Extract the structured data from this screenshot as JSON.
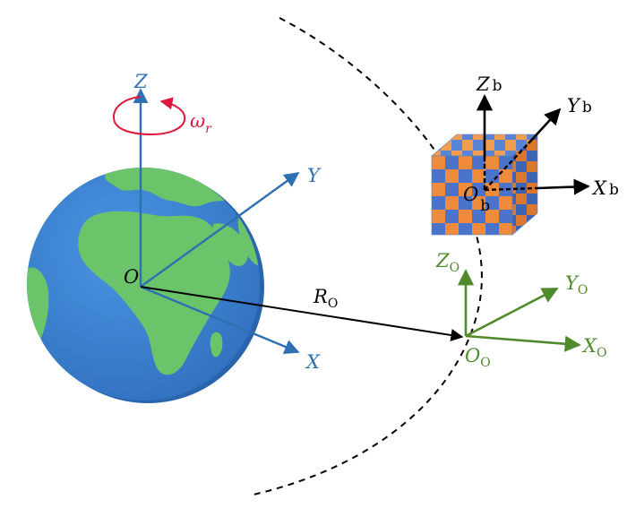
{
  "colors": {
    "earth_axes": "#2f6fb3",
    "orbit_axes": "#4f8a2b",
    "body_axes": "#000000",
    "rotation": "#e0173d",
    "ocean": "#3f86d6",
    "land": "#6cc46a",
    "cube_orange": "#ef8b3a",
    "cube_blue": "#4a73c9"
  },
  "icons": {
    "earth": "earth-globe-icon",
    "satellite": "checkered-cube-icon"
  },
  "earth_frame": {
    "origin": "O",
    "x": "X",
    "y": "Y",
    "z": "Z",
    "rotation_symbol": "ω",
    "rotation_sub": "r"
  },
  "orbit_frame": {
    "origin": "O",
    "origin_sub": "O",
    "x": "X",
    "x_sub": "O",
    "y": "Y",
    "y_sub": "O",
    "z": "Z",
    "z_sub": "O"
  },
  "body_frame": {
    "origin": "O",
    "origin_sub": "b",
    "x": "X",
    "x_sub": "b",
    "y": "Y",
    "y_sub": "b",
    "z": "Z",
    "z_sub": "b"
  },
  "position_vector": {
    "symbol": "R",
    "sub": "O"
  }
}
